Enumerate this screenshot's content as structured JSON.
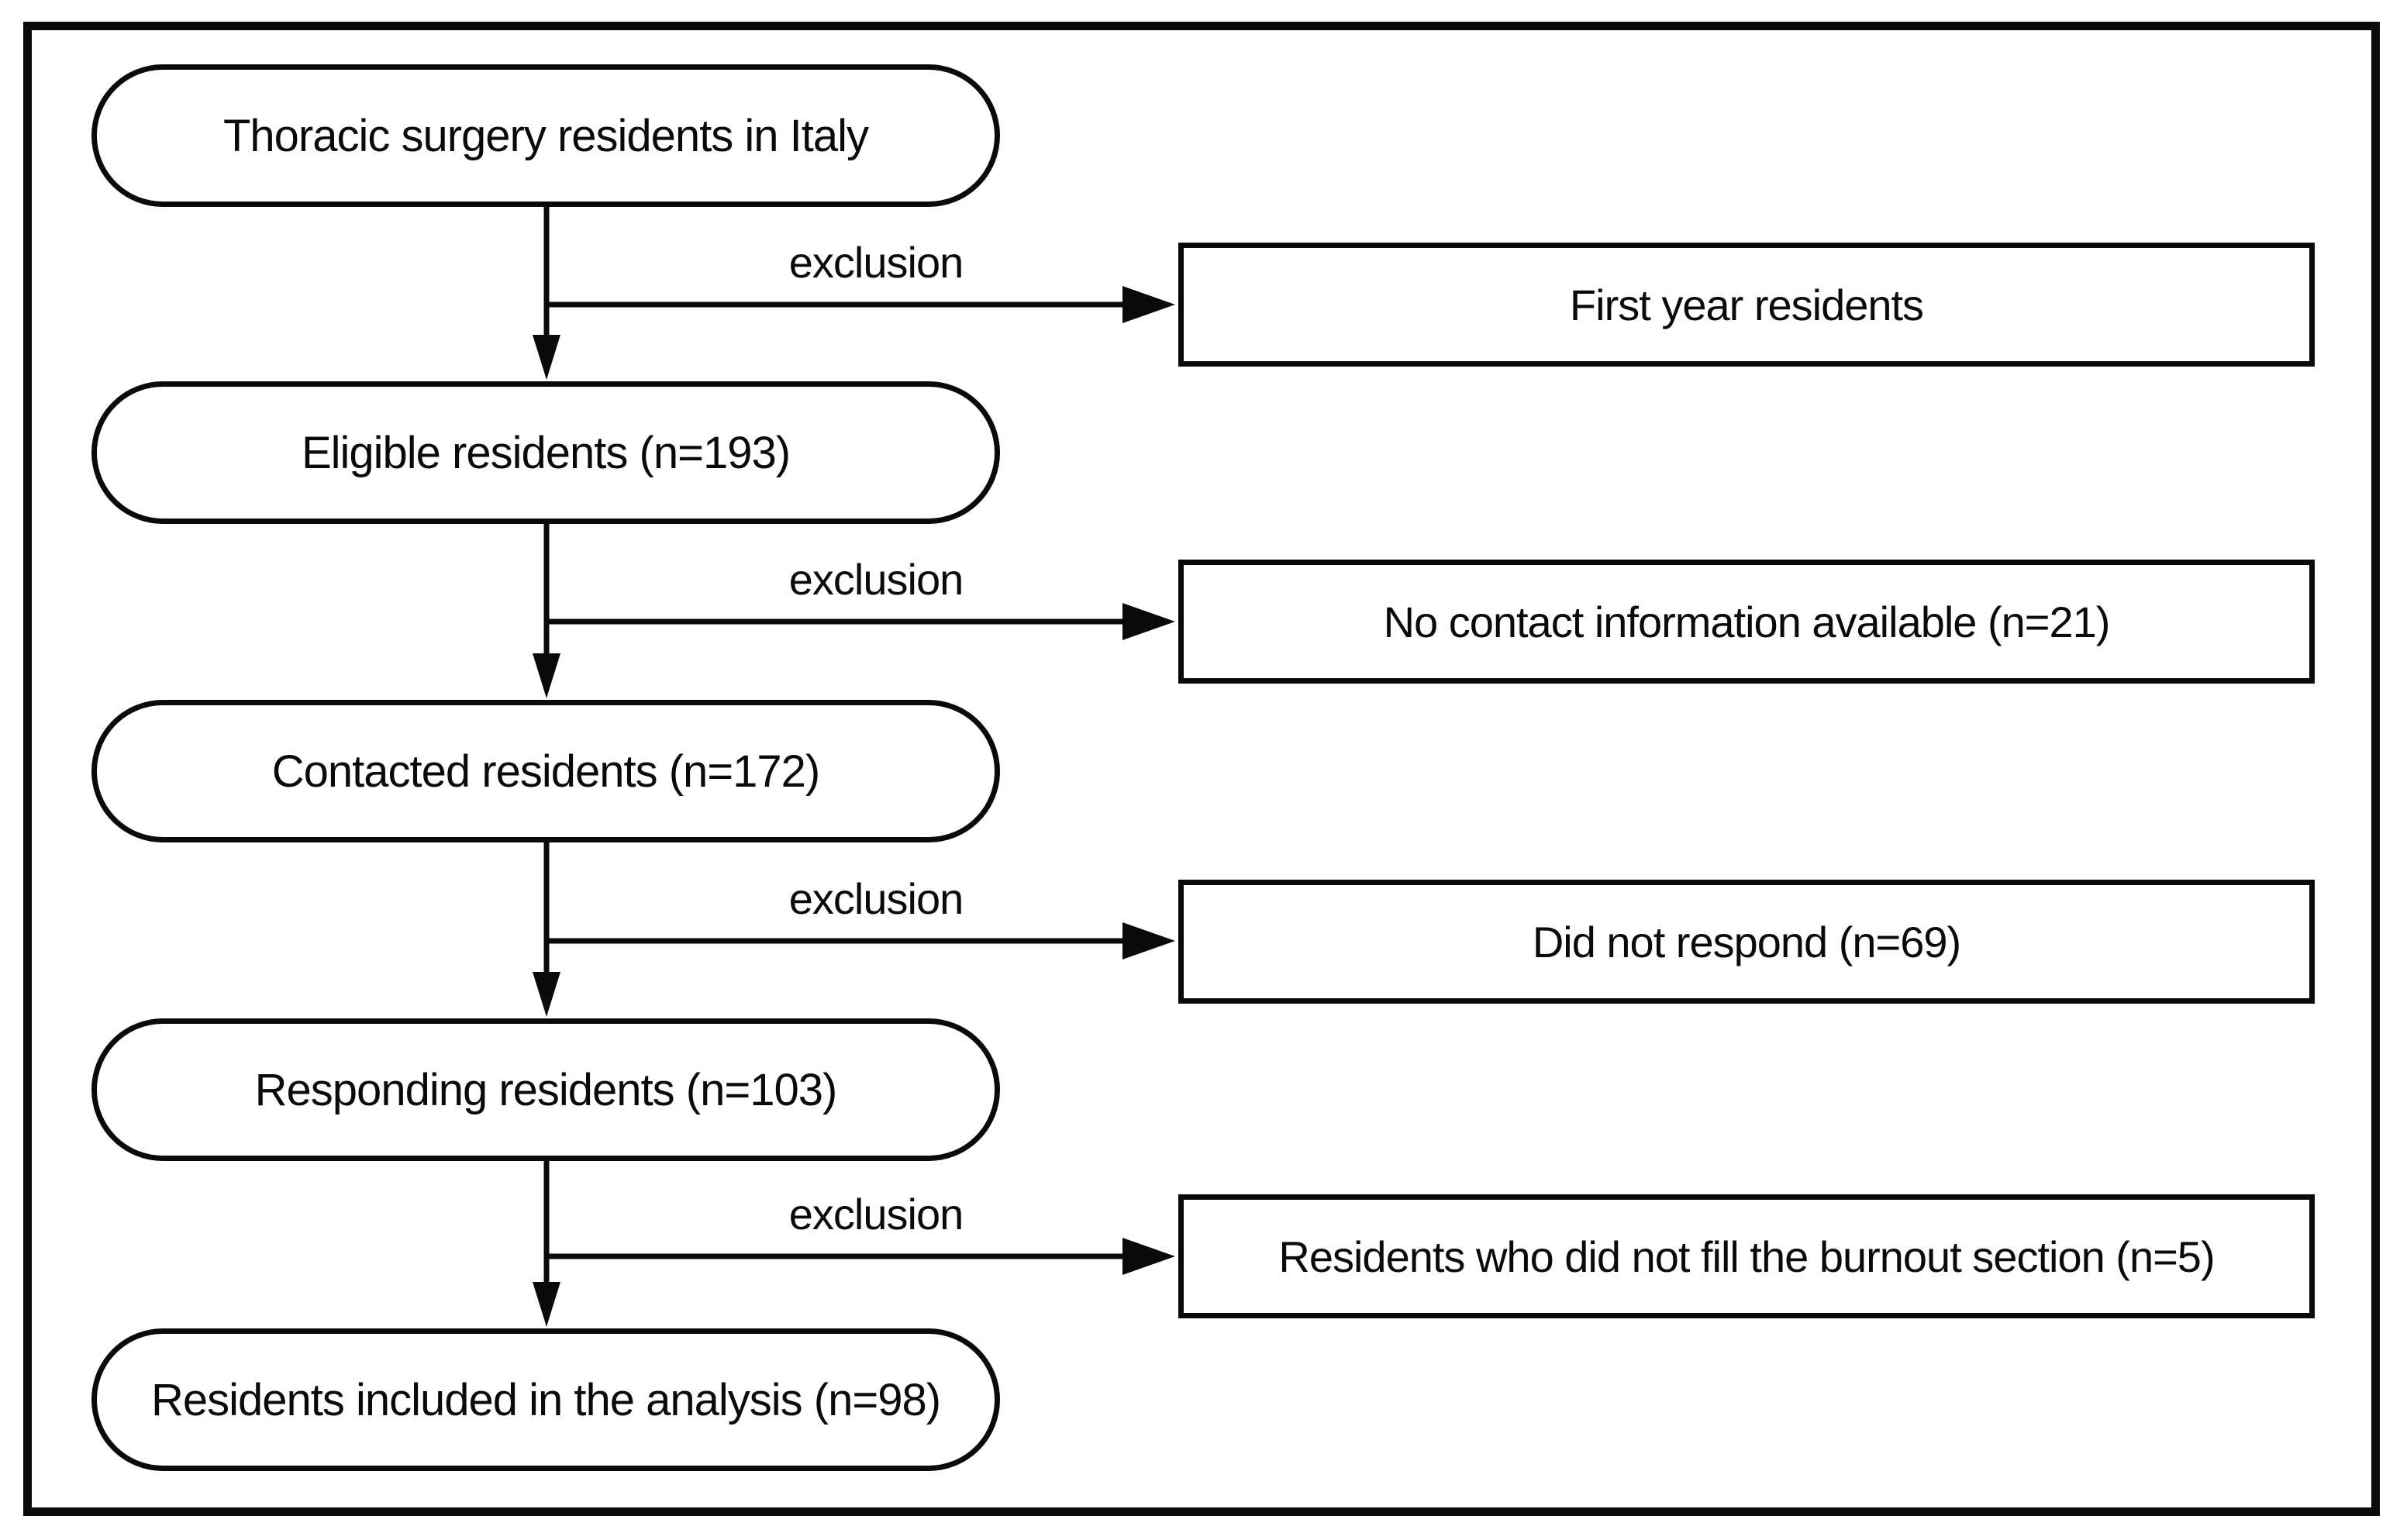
{
  "figure": {
    "background_color": "#ffffff",
    "line_color": "#0a0a0a"
  },
  "flow": {
    "type": "flowchart",
    "main_nodes": [
      {
        "label": "Thoracic surgery residents in Italy"
      },
      {
        "label": "Eligible residents (n=193)"
      },
      {
        "label": "Contacted residents (n=172)"
      },
      {
        "label": "Responding residents (n=103)"
      },
      {
        "label": "Residents included in the analysis (n=98)"
      }
    ],
    "exclusion_nodes": [
      {
        "label": "First year residents"
      },
      {
        "label": "No contact information available (n=21)"
      },
      {
        "label": "Did not respond (n=69)"
      },
      {
        "label": "Residents who did not fill the burnout section (n=5)"
      }
    ],
    "edge_labels": [
      {
        "label": "exclusion"
      },
      {
        "label": "exclusion"
      },
      {
        "label": "exclusion"
      },
      {
        "label": "exclusion"
      }
    ]
  }
}
